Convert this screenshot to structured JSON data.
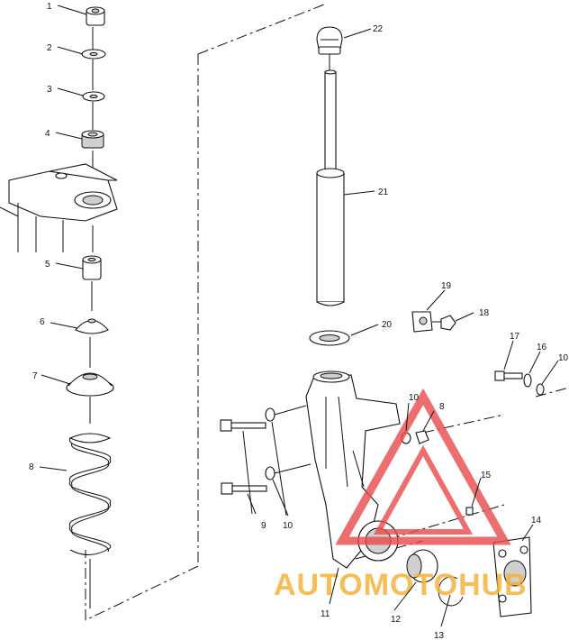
{
  "diagram": {
    "callouts": [
      {
        "id": "c1",
        "text": "1"
      },
      {
        "id": "c2",
        "text": "2"
      },
      {
        "id": "c3",
        "text": "3"
      },
      {
        "id": "c4",
        "text": "4"
      },
      {
        "id": "c5",
        "text": "5"
      },
      {
        "id": "c6",
        "text": "6"
      },
      {
        "id": "c7",
        "text": "7"
      },
      {
        "id": "c8",
        "text": "8"
      },
      {
        "id": "c9",
        "text": "9"
      },
      {
        "id": "c10a",
        "text": "10"
      },
      {
        "id": "c10b",
        "text": "10"
      },
      {
        "id": "c10c",
        "text": "10"
      },
      {
        "id": "c11",
        "text": "11"
      },
      {
        "id": "c12",
        "text": "12"
      },
      {
        "id": "c13",
        "text": "13"
      },
      {
        "id": "c14",
        "text": "14"
      },
      {
        "id": "c15",
        "text": "15"
      },
      {
        "id": "c16",
        "text": "16"
      },
      {
        "id": "c17",
        "text": "17"
      },
      {
        "id": "c18a",
        "text": "18"
      },
      {
        "id": "c18b",
        "text": "8"
      },
      {
        "id": "c19",
        "text": "19"
      },
      {
        "id": "c20",
        "text": "20"
      },
      {
        "id": "c21",
        "text": "21"
      },
      {
        "id": "c22",
        "text": "22"
      }
    ],
    "watermark": {
      "text": "AUTOMOTOHUB",
      "color": "#f6b23c",
      "logo_color": "#e84a4a"
    }
  }
}
